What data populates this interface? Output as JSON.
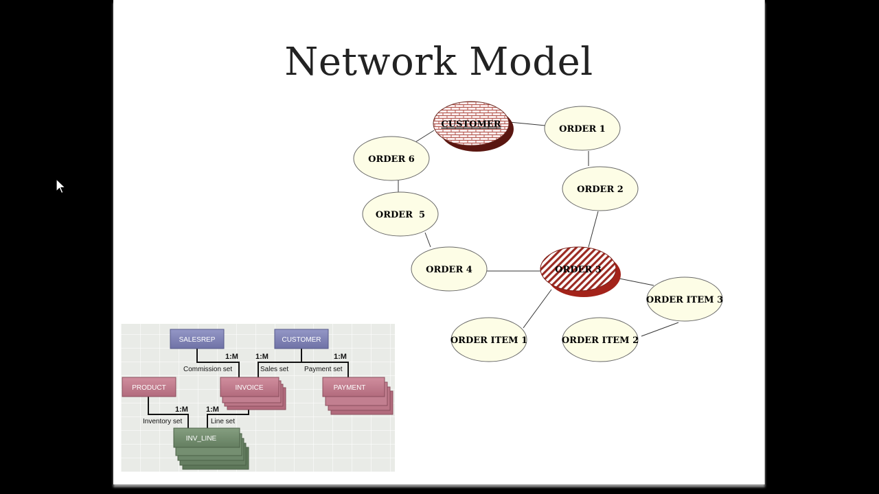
{
  "slide": {
    "title": "Network Model"
  },
  "network": {
    "nodes": [
      {
        "id": "customer",
        "label": "CUSTOMER",
        "style": "brick"
      },
      {
        "id": "order1",
        "label": "ORDER 1",
        "style": "plain"
      },
      {
        "id": "order2",
        "label": "ORDER 2",
        "style": "plain"
      },
      {
        "id": "order3",
        "label": "ORDER 3",
        "style": "hatched"
      },
      {
        "id": "order4",
        "label": "ORDER 4",
        "style": "plain"
      },
      {
        "id": "order5",
        "label": "ORDER  5",
        "style": "plain"
      },
      {
        "id": "order6",
        "label": "ORDER 6",
        "style": "plain"
      },
      {
        "id": "orderitem1",
        "label": "ORDER ITEM 1",
        "style": "plain"
      },
      {
        "id": "orderitem2",
        "label": "ORDER ITEM 2",
        "style": "plain"
      },
      {
        "id": "orderitem3",
        "label": "ORDER ITEM 3",
        "style": "plain"
      }
    ],
    "edges": [
      [
        "customer",
        "order1"
      ],
      [
        "order1",
        "order2"
      ],
      [
        "order2",
        "order3"
      ],
      [
        "order3",
        "order4"
      ],
      [
        "order4",
        "order5"
      ],
      [
        "order5",
        "order6"
      ],
      [
        "order6",
        "customer"
      ],
      [
        "order3",
        "orderitem1"
      ],
      [
        "order3",
        "orderitem3"
      ],
      [
        "orderitem3",
        "orderitem2"
      ]
    ],
    "colors": {
      "node_fill": "#fdfde6",
      "brick_shadow": "#5a1610",
      "hatch_shadow": "#a3231a",
      "hatch_stroke": "#9b2a22"
    }
  },
  "hierarchy": {
    "boxes": {
      "salesrep": {
        "label": "SALESREP",
        "color": "#7c7fb0"
      },
      "customer": {
        "label": "CUSTOMER",
        "color": "#7c7fb0"
      },
      "product": {
        "label": "PRODUCT",
        "color": "#c0788a"
      },
      "invoice": {
        "label": "INVOICE",
        "color": "#c0788a"
      },
      "payment": {
        "label": "PAYMENT",
        "color": "#c0788a"
      },
      "inv_line": {
        "label": "INV_LINE",
        "color": "#6f8a6a"
      }
    },
    "sets": {
      "commission": {
        "ratio": "1:M",
        "name": "Commission set"
      },
      "sales": {
        "ratio": "1:M",
        "name": "Sales set"
      },
      "payment": {
        "ratio": "1:M",
        "name": "Payment set"
      },
      "inventory": {
        "ratio": "1:M",
        "name": "Inventory set"
      },
      "line": {
        "ratio": "1:M",
        "name": "Line set"
      }
    }
  }
}
